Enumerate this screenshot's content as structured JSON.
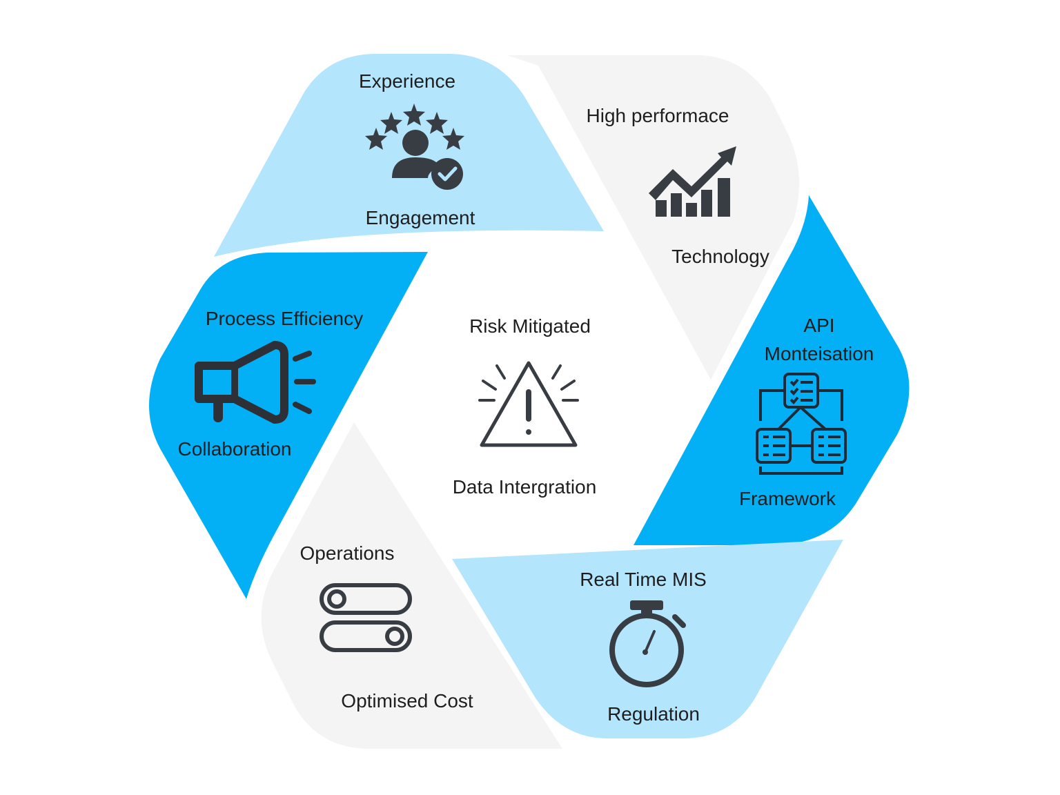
{
  "colors": {
    "light_blue": "#b3e5fc",
    "bright_blue": "#03b0f5",
    "light_gray": "#f4f4f4",
    "icon_dark": "#373d43",
    "text": "#1e1e1e"
  },
  "segments": {
    "experience": {
      "top_label": "Experience",
      "bottom_label": "Engagement",
      "icon": "rating-stars-user-check-icon"
    },
    "technology": {
      "top_label": "High performace",
      "bottom_label": "Technology",
      "icon": "growth-chart-arrow-icon"
    },
    "api": {
      "top_label": "API\nMonteisation",
      "bottom_label": "Framework",
      "icon": "checklist-network-icon"
    },
    "regulation": {
      "top_label": "Real Time MIS",
      "bottom_label": "Regulation",
      "icon": "stopwatch-icon"
    },
    "operations": {
      "top_label": "Operations",
      "bottom_label": "Optimised Cost",
      "icon": "toggle-switches-icon"
    },
    "process": {
      "top_label": "Process Efficiency",
      "bottom_label": "Collaboration",
      "icon": "megaphone-icon"
    }
  },
  "center": {
    "top_label": "Risk Mitigated",
    "bottom_label": "Data Intergration",
    "icon": "warning-triangle-icon"
  }
}
